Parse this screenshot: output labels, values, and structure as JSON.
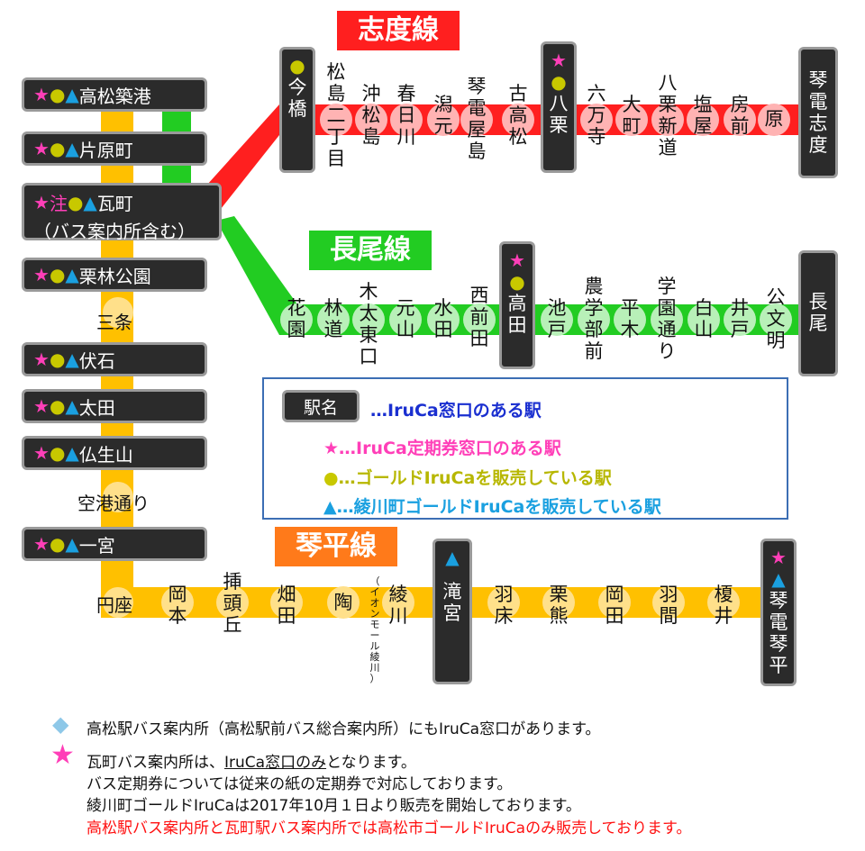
{
  "lines": {
    "shido": {
      "name": "志度線",
      "color": "#ff1f1f"
    },
    "nagao": {
      "name": "長尾線",
      "color": "#22cc22"
    },
    "kotohira": {
      "name": "琴平線",
      "color": "#ffc000"
    }
  },
  "trunk": {
    "takamatsu_chikko": {
      "star": "★",
      "dot": "●",
      "tri": "▲",
      "name": "高松築港"
    },
    "kataharamachi": {
      "star": "★",
      "dot": "●",
      "tri": "▲",
      "name": "片原町"
    },
    "kawaramachi": {
      "star": "★",
      "chu": "注",
      "dot": "●",
      "tri": "▲",
      "name": "瓦町",
      "sub": "（バス案内所含む）"
    },
    "ritsurin_koen": {
      "star": "★",
      "dot": "●",
      "tri": "▲",
      "name": "栗林公園"
    },
    "sanjo": "三条",
    "fuseishi": {
      "star": "★",
      "dot": "●",
      "tri": "▲",
      "name": "伏石"
    },
    "ota": {
      "star": "★",
      "dot": "●",
      "tri": "▲",
      "name": "太田"
    },
    "busshozan": {
      "star": "★",
      "dot": "●",
      "tri": "▲",
      "name": "仏生山"
    },
    "kuko_dori": "空港通り",
    "ichinomiya": {
      "star": "★",
      "dot": "●",
      "tri": "▲",
      "name": "一宮"
    }
  },
  "shido_stations": {
    "imabashi": {
      "dot": "●",
      "name": "今橋"
    },
    "matsushima_nichome": "松島二丁目",
    "okimatsushima": "沖松島",
    "kasuga_gawa": "春日川",
    "kawaramoto": "潟元",
    "kotoden_yashima": "琴電屋島",
    "furutakamatsu": "古高松",
    "yakuri": {
      "star": "★",
      "dot": "●",
      "name": "八栗"
    },
    "rokumanji": "六万寺",
    "omachi": "大町",
    "yakuri_shinmichi": "八栗新道",
    "shioya": "塩屋",
    "fusazaki": "房前",
    "hara": "原",
    "kotoden_shido": "琴電志度"
  },
  "nagao_stations": {
    "hanazono": "花園",
    "hayashimichi": "林道",
    "kita_higashiguchi": "木太東口",
    "motoyama": "元山",
    "mizuta": "水田",
    "nishimaeda": "西前田",
    "takata": {
      "star": "★",
      "dot": "●",
      "name": "高田"
    },
    "ikenobe": "池戸",
    "nogakubumae": "農学部前",
    "hiragi": "平木",
    "gakuen_dori": "学園通り",
    "shirayama": "白山",
    "ido": "井戸",
    "kobunmei": "公文明",
    "nagao": "長尾"
  },
  "kotohira_stations": {
    "enza": "円座",
    "okamoto": "岡本",
    "kagashira": "挿頭丘",
    "hatada": "畑田",
    "sue": "陶",
    "ayagawa": "綾川",
    "ayagawa_note": "（イオンモール綾川）",
    "takinomiya": {
      "tri": "▲",
      "name": "滝宮"
    },
    "hayuka": "羽床",
    "kurikuma": "栗熊",
    "okada": "岡田",
    "haazama": "羽間",
    "enoki": "榎井",
    "kotoden_kotohira": {
      "star": "★",
      "tri": "▲",
      "name": "琴電琴平"
    }
  },
  "legend": {
    "box_label": "駅名",
    "box_desc": "…IruCa窓口のある駅",
    "star": "★",
    "star_desc": "…IruCa定期券窓口のある駅",
    "dot": "●",
    "dot_desc": "…ゴールドIruCaを販売している駅",
    "tri": "▲",
    "tri_desc": "…綾川町ゴールドIruCaを販売している駅"
  },
  "notes": {
    "diamond": "◆",
    "bus_info": "高松駅バス案内所（高松駅前バス総合案内所）にもIruCa窓口があります。",
    "star": "★",
    "kawaramachi_pre": "瓦町バス案内所は、",
    "kawaramachi_underline": "IruCa窓口のみ",
    "kawaramachi_post": "となります。",
    "bus_pass": "バス定期券については従来の紙の定期券で対応しております。",
    "ayagawa_gold": "綾川町ゴールドIruCaは2017年10月１日より販売を開始しております。",
    "red_note": "高松駅バス案内所と瓦町駅バス案内所では高松市ゴールドIruCaのみ販売しております。"
  },
  "colors": {
    "star": "#ff3fb8",
    "dot": "#c8c800",
    "tri": "#1aa0e0",
    "legend_blue": "#1a2fd0",
    "red_text": "#ff1010",
    "diamond": "#8ec8e8"
  }
}
